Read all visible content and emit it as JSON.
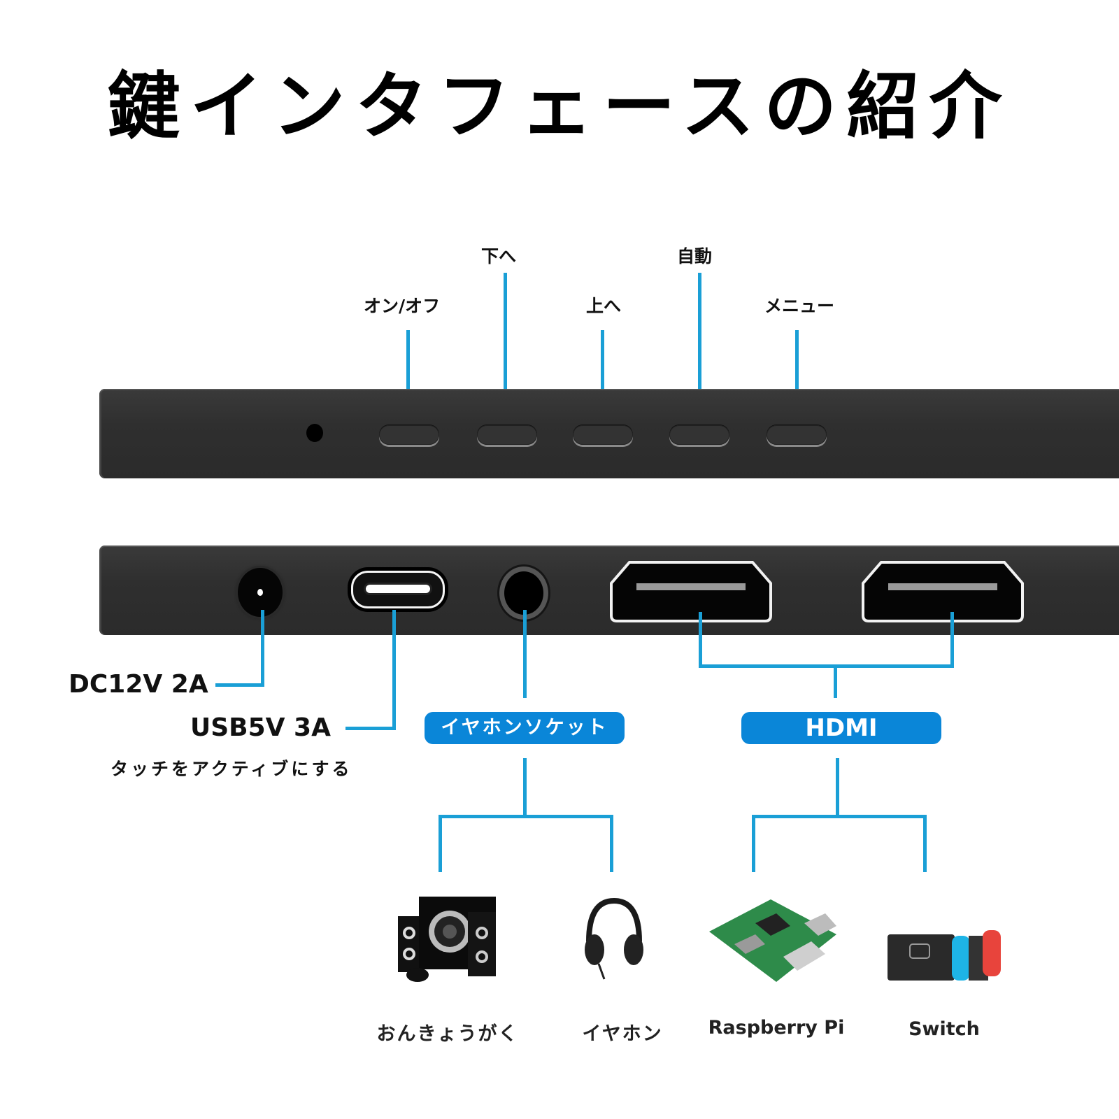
{
  "title": "鍵インタフェースの紹介",
  "top_buttons": [
    {
      "label": "オン/オフ"
    },
    {
      "label": "下へ"
    },
    {
      "label": "上へ"
    },
    {
      "label": "自動"
    },
    {
      "label": "メニュー"
    }
  ],
  "ports": {
    "dc": {
      "label": "DC12V 2A"
    },
    "usb": {
      "label": "USB5V 3A",
      "sublabel": "タッチをアクティブにする"
    },
    "earphone": {
      "label": "イヤホンソケット"
    },
    "hdmi": {
      "label": "HDMI"
    }
  },
  "devices": [
    {
      "label": "おんきょうがく",
      "icon": "speaker-system-icon"
    },
    {
      "label": "イヤホン",
      "icon": "headphones-icon"
    },
    {
      "label": "Raspberry Pi",
      "icon": "raspberry-pi-board-icon"
    },
    {
      "label": "Switch",
      "icon": "nintendo-switch-icon"
    }
  ],
  "colors": {
    "accent_line": "#1a9fd6",
    "pill": "#0a86d8",
    "bar": "#2f2f2f"
  }
}
